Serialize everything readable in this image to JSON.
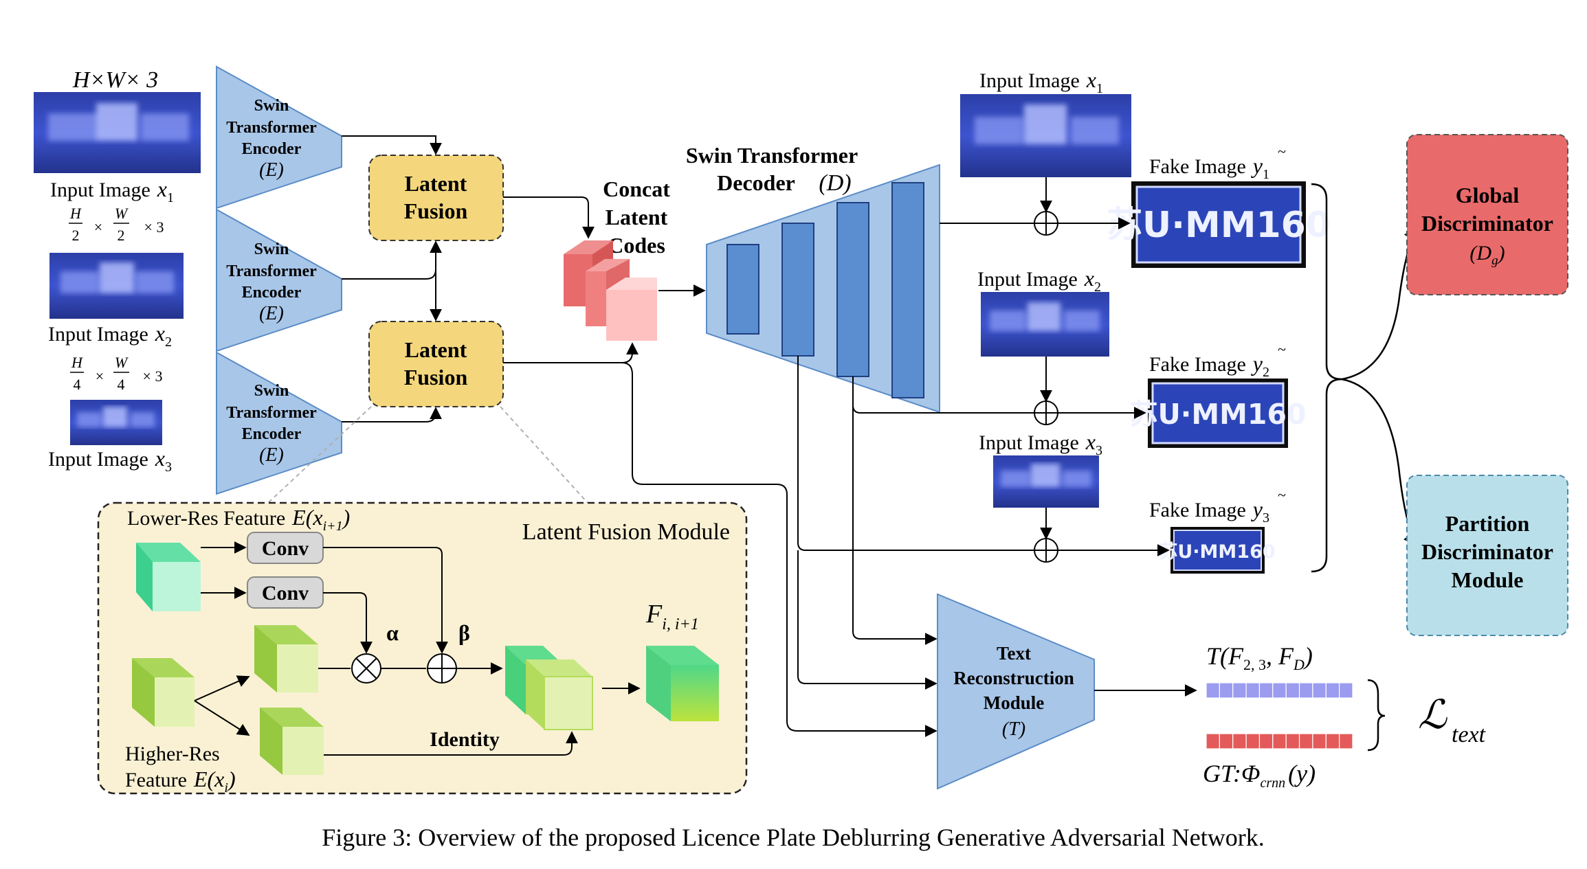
{
  "left_column": {
    "dims_top": "H×W× 3",
    "frac_half_num": "H",
    "frac_half_den": "2",
    "frac_half_num2": "W",
    "frac_half_den2": "2",
    "frac_half_tail": "× 3",
    "frac_quarter_num": "H",
    "frac_quarter_den": "4",
    "frac_quarter_num2": "W",
    "frac_quarter_den2": "4",
    "frac_quarter_tail": "× 3",
    "input_image_label": "Input Image",
    "x1": "x",
    "x1_sub": "1",
    "x2": "x",
    "x2_sub": "2",
    "x3": "x",
    "x3_sub": "3",
    "times": "×"
  },
  "encoder": {
    "line1": "Swin",
    "line2": "Transformer",
    "line3": "Encoder",
    "symbol": "(E)"
  },
  "latent_fusion": {
    "line1": "Latent",
    "line2": "Fusion"
  },
  "concat": {
    "line1": "Concat",
    "line2": "Latent",
    "line3": "Codes"
  },
  "decoder": {
    "line1": "Swin Transformer",
    "line2": "Decoder",
    "symbol": "(D)"
  },
  "right_images": {
    "input_label": "Input Image",
    "fake_label": "Fake Image",
    "y": "y",
    "tilde": "~",
    "subs": [
      "1",
      "2",
      "3"
    ],
    "plate_text": "苏U·MM160"
  },
  "global_disc": {
    "line1": "Global",
    "line2": "Discriminator",
    "symbol": "(D",
    "sub": "g",
    "close": ")"
  },
  "partition_disc": {
    "line1": "Partition",
    "line2": "Discriminator",
    "line3": "Module"
  },
  "text_recon": {
    "line1": "Text",
    "line2": "Reconstruction",
    "line3": "Module",
    "symbol": "(T)"
  },
  "text_loss": {
    "pred_label": "T(F",
    "pred_sub1": "2, 3",
    "pred_mid": ", F",
    "pred_sub2": "D",
    "pred_close": ")",
    "gt_label": "GT:Φ",
    "gt_sub": "crnn",
    "gt_tail": "(y)",
    "loss_symbol": "ℒ",
    "loss_sub": "text"
  },
  "lfm": {
    "title": "Latent Fusion Module",
    "lower_res": "Lower-Res Feature",
    "lower_res_sym": "E(x",
    "lower_res_sub": "i+1",
    "lower_res_close": ")",
    "higher_res_1": "Higher-Res",
    "higher_res_2": "Feature",
    "higher_res_sym": "E(x",
    "higher_res_sub": "i",
    "higher_res_close": ")",
    "conv": "Conv",
    "alpha": "α",
    "beta": "β",
    "identity": "Identity",
    "f_sym": "F",
    "f_sub": "i, i+1"
  },
  "caption": "Figure 3: Overview of the proposed Licence Plate Deblurring Generative Adversarial Network.",
  "colors": {
    "encoder_fill": "#a8c6e8",
    "encoder_stroke": "#5b8cc7",
    "fusion_fill": "#f4d77c",
    "lfm_bg": "#faf1d4",
    "global_fill": "#e96a6a",
    "partition_fill": "#b9e0ea",
    "pred_bar": "#9b9bf0",
    "gt_bar": "#e45a5a",
    "plate_blue": "#2b45b8",
    "plate_dark": "#1b2a8f"
  }
}
